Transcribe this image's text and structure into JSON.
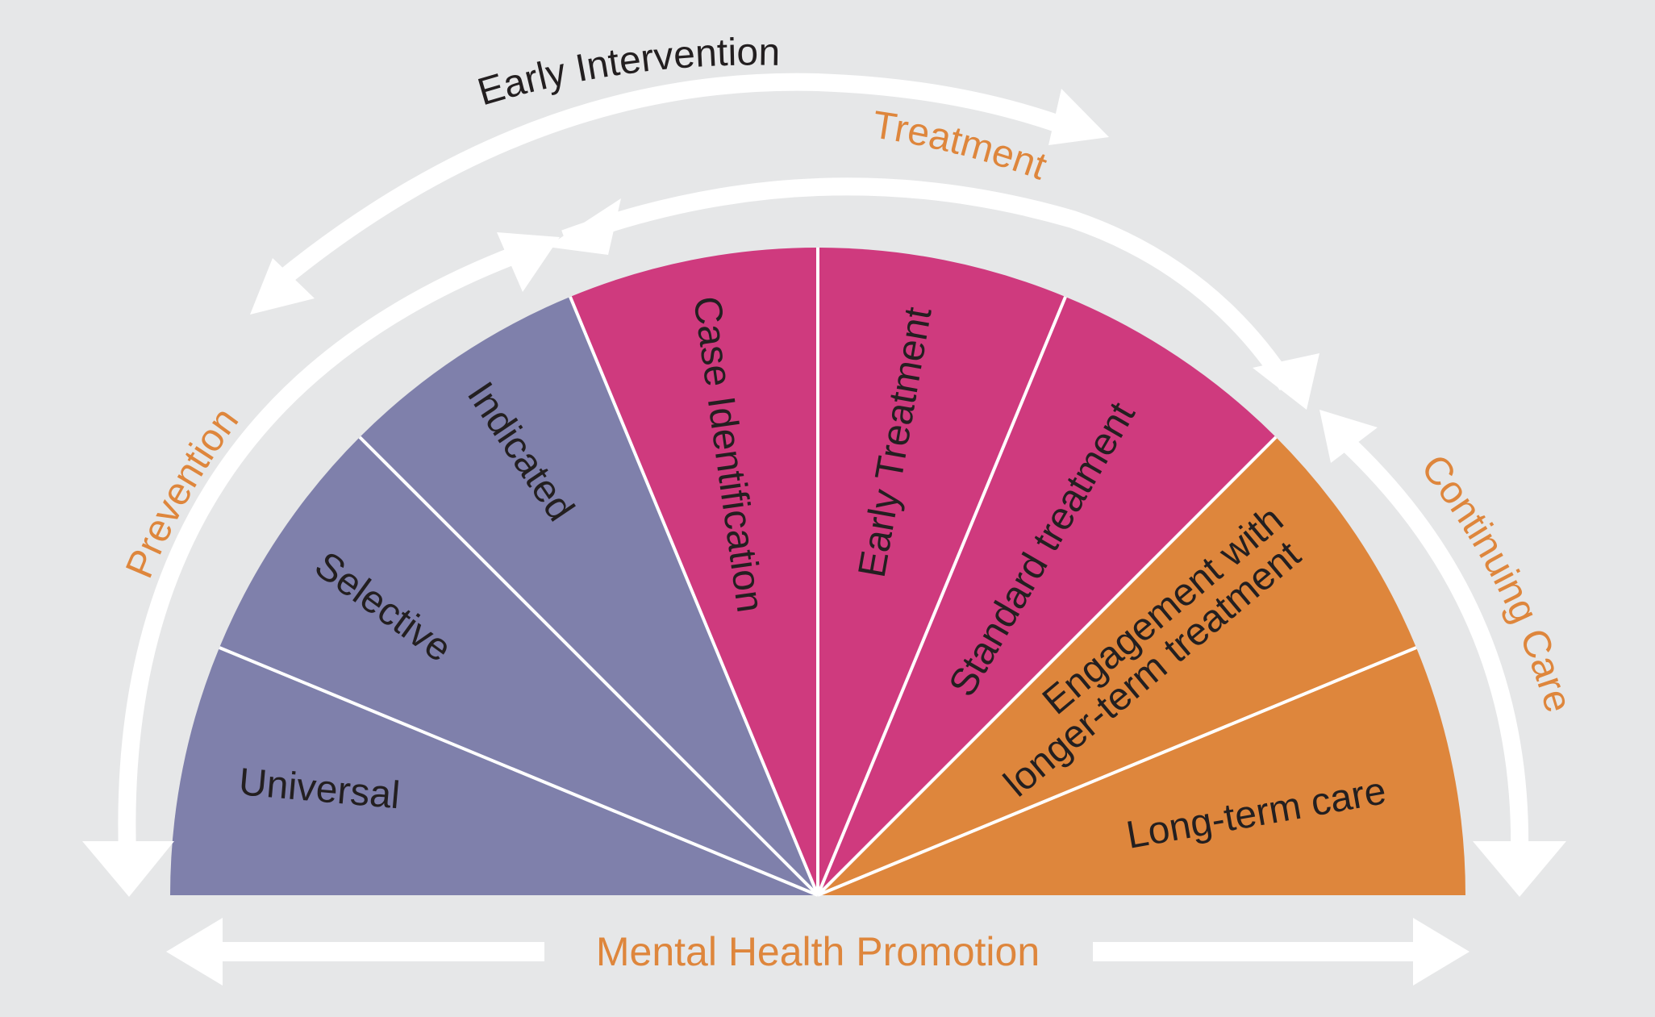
{
  "colors": {
    "background": "#e6e7e8",
    "prevention": "#7f80ab",
    "treatment": "#cf3a7e",
    "continuing_care": "#de863c",
    "arrow": "#ffffff",
    "accent_text": "#de863c",
    "dark_text": "#231f20"
  },
  "segments": [
    {
      "label": "Universal",
      "group": "prevention"
    },
    {
      "label": "Selective",
      "group": "prevention"
    },
    {
      "label": "Indicated",
      "group": "prevention"
    },
    {
      "label": "Case Identification",
      "group": "treatment"
    },
    {
      "label": "Early Treatment",
      "group": "treatment"
    },
    {
      "label": "Standard treatment",
      "group": "treatment"
    },
    {
      "label_line1": "Engagement with",
      "label_line2": "longer-term treatment",
      "group": "continuing_care"
    },
    {
      "label": "Long-term care",
      "group": "continuing_care"
    }
  ],
  "arcs": {
    "early_intervention": "Early Intervention",
    "treatment": "Treatment",
    "prevention": "Prevention",
    "continuing_care": "Continuing Care"
  },
  "bottom": {
    "promotion": "Mental Health Promotion"
  }
}
